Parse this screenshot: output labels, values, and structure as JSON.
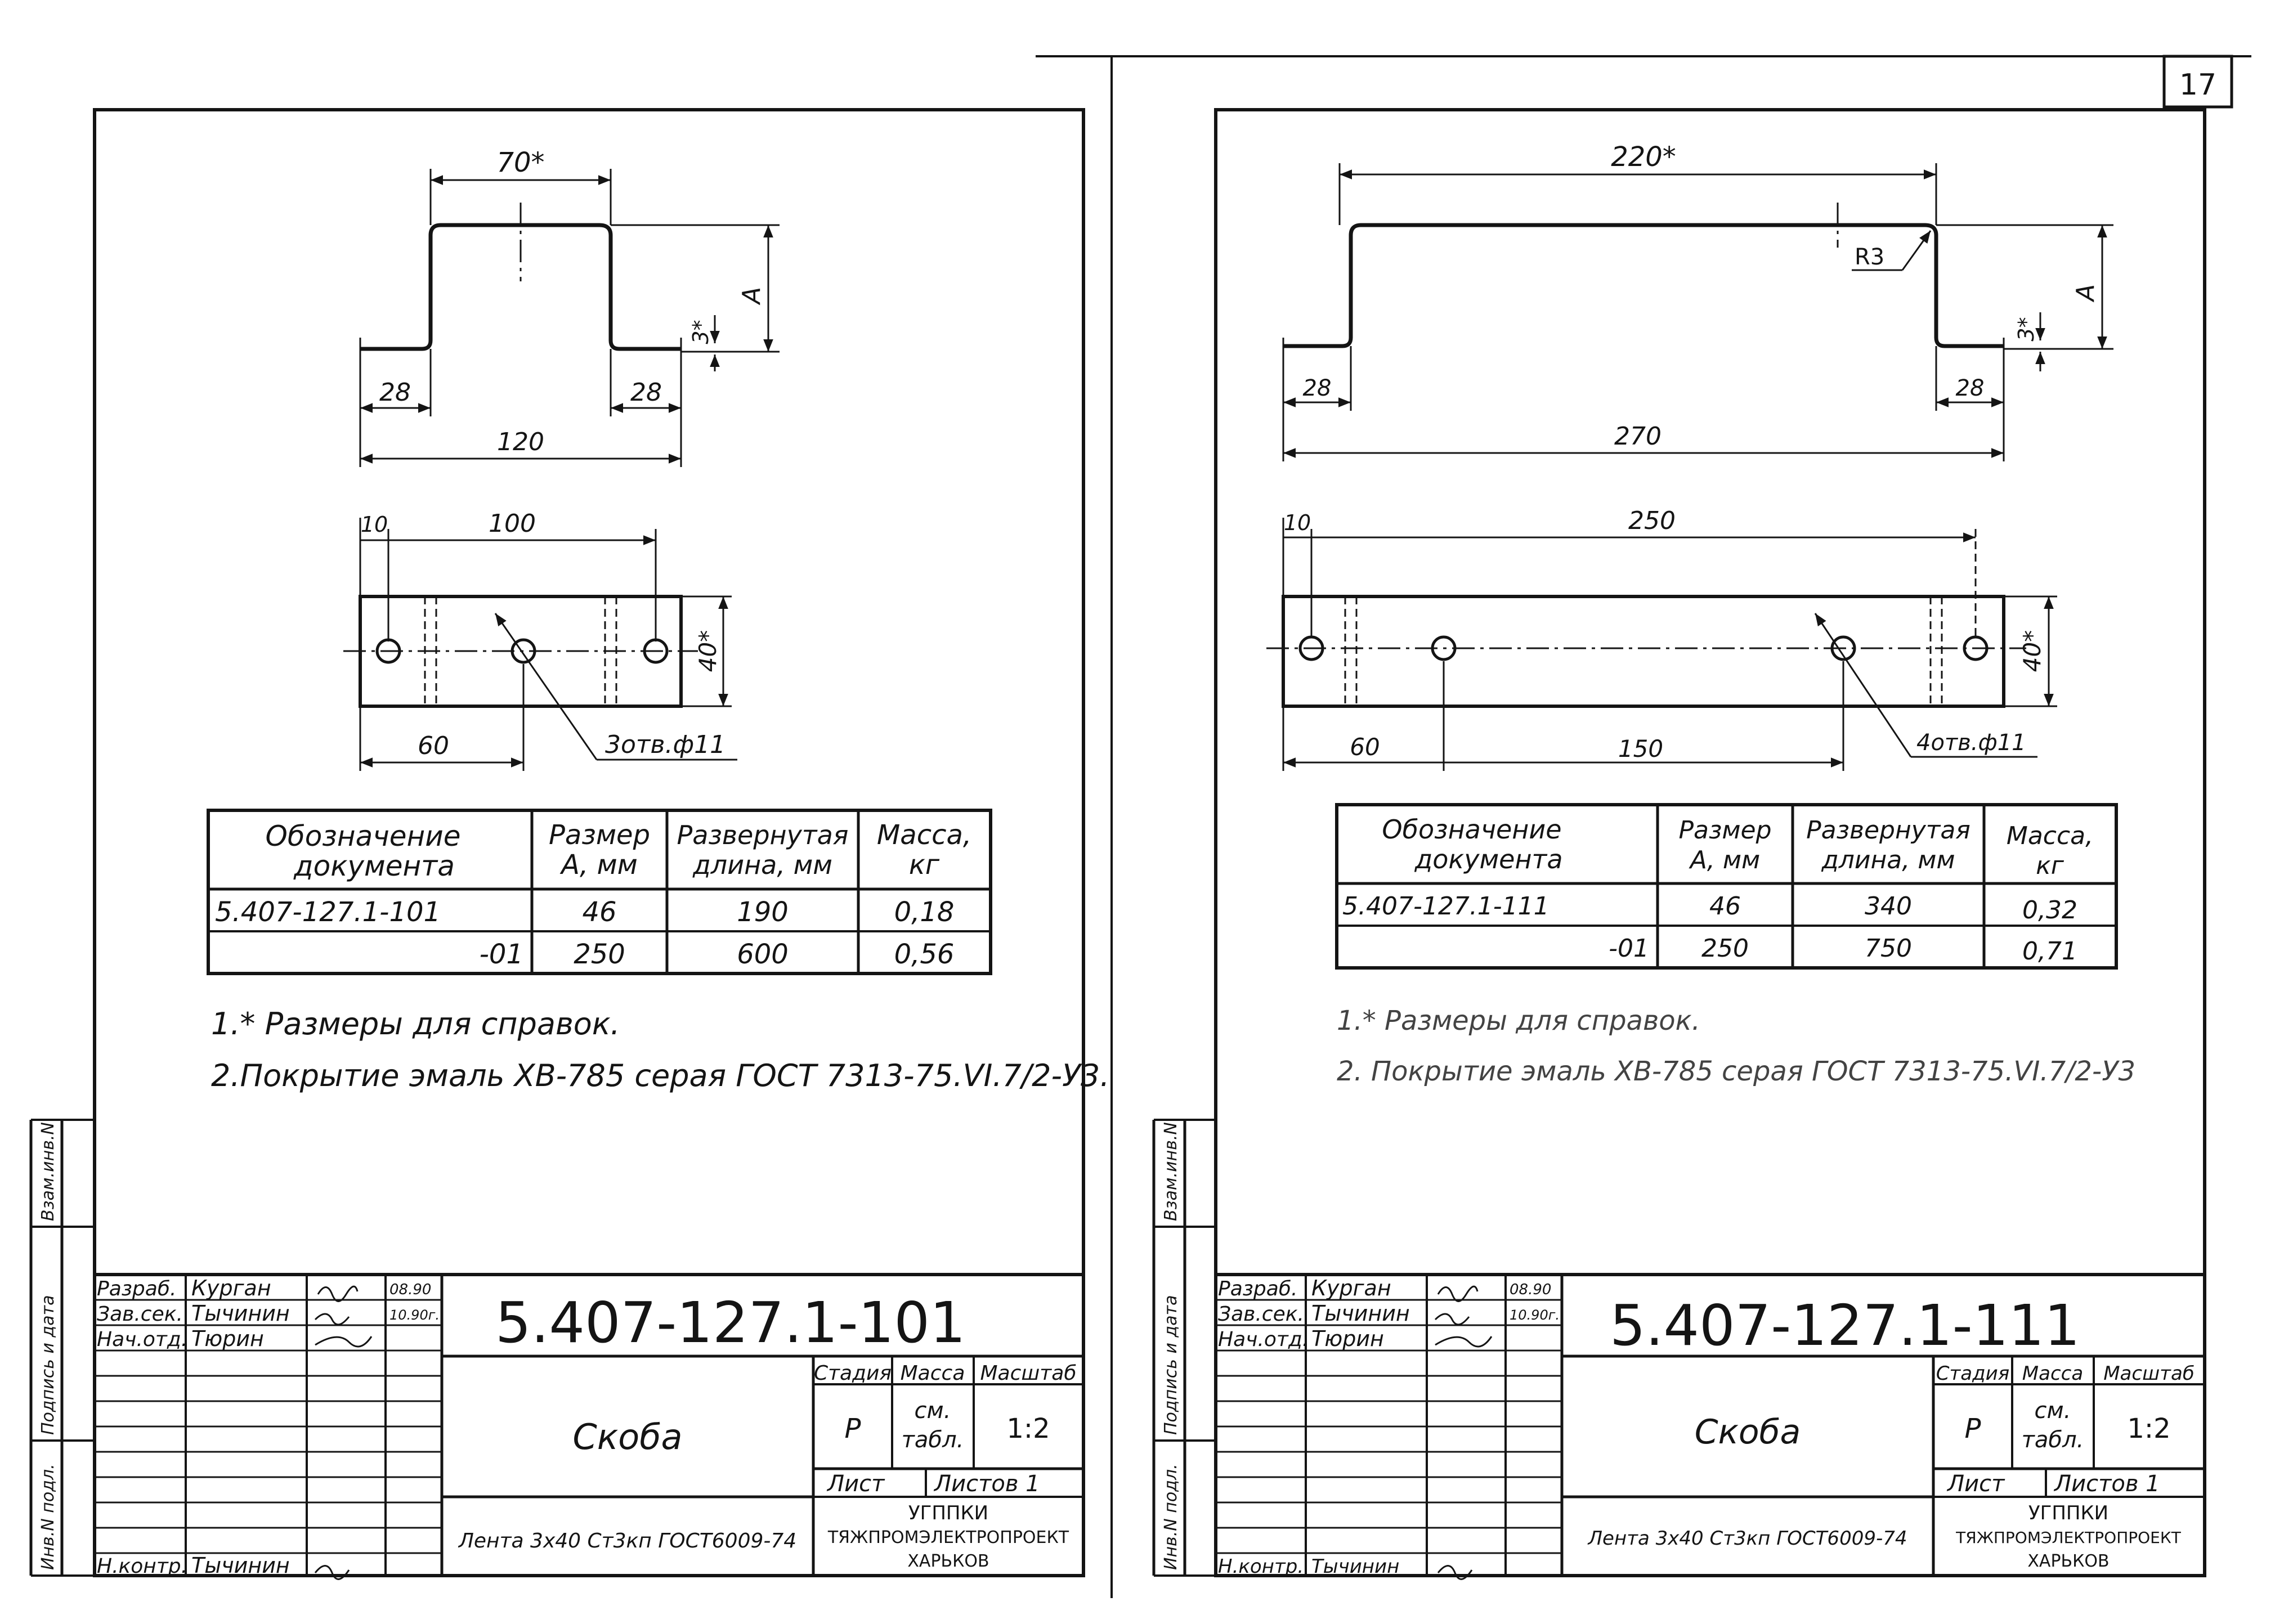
{
  "page_number": "17",
  "left": {
    "drawing": {
      "dim_top": "70*",
      "dim_A": "A",
      "dim_3": "3*",
      "dim_28_left": "28",
      "dim_28_right": "28",
      "dim_total": "120",
      "plan_dim_10": "10",
      "plan_dim_100": "100",
      "plan_dim_60": "60",
      "plan_dim_40": "40*",
      "holes_label": "3отв.ф11"
    },
    "table": {
      "headers": [
        "Обозначение документа",
        "Размер А, мм",
        "Развернутая длина, мм",
        "Масса, кг"
      ],
      "header_lines": [
        [
          "Обозначение",
          "документа"
        ],
        [
          "Размер",
          "А, мм"
        ],
        [
          "Развернутая",
          "длина, мм"
        ],
        [
          "Масса,",
          "кг"
        ]
      ],
      "rows": [
        [
          "5.407-127.1-101",
          "46",
          "190",
          "0,18"
        ],
        [
          "-01",
          "250",
          "600",
          "0,56"
        ]
      ]
    },
    "notes": [
      "1.* Размеры для справок.",
      "2.Покрытие эмаль ХВ-785 серая ГОСТ 7313-75.VI.7/2-У3."
    ],
    "title_block": {
      "code": "5.407-127.1-101",
      "name": "Скоба",
      "roles": [
        "Разраб.",
        "Зав.сек.",
        "Нач.отд.",
        "Н.контр."
      ],
      "people": [
        "Курган",
        "Тычинин",
        "Тюрин",
        "Тычинин"
      ],
      "dates": [
        "08.90",
        "10.90г."
      ],
      "stage_label": "Стадия",
      "mass_label": "Масса",
      "scale_label": "Масштаб",
      "stage": "Р",
      "mass_line1": "см.",
      "mass_line2": "табл.",
      "scale": "1:2",
      "sheet_label": "Лист",
      "sheets_label": "Листов 1",
      "material": "Лента 3x40 Ст3кп ГОСТ6009-74",
      "org_line1": "УГППКИ",
      "org_line2": "ТЯЖПРОМЭЛЕКТРОПРОЕКТ",
      "org_line3": "ХАРЬКОВ"
    },
    "side_labels": [
      "Инв.N подл.",
      "Подпись и дата",
      "Взам.инв.N"
    ]
  },
  "right": {
    "drawing": {
      "dim_top": "220*",
      "dim_R3": "R3",
      "dim_A": "A",
      "dim_3": "3*",
      "dim_28_left": "28",
      "dim_28_right": "28",
      "dim_total": "270",
      "plan_dim_10": "10",
      "plan_dim_250": "250",
      "plan_dim_60": "60",
      "plan_dim_150": "150",
      "plan_dim_40": "40*",
      "holes_label": "4отв.ф11"
    },
    "table": {
      "headers": [
        "Обозначение документа",
        "Размер А, мм",
        "Развернутая длина, мм",
        "Масса, кг"
      ],
      "header_lines": [
        [
          "Обозначение",
          "документа"
        ],
        [
          "Размер",
          "А, мм"
        ],
        [
          "Развернутая",
          "длина, мм"
        ],
        [
          "Масса,",
          "кг"
        ]
      ],
      "rows": [
        [
          "5.407-127.1-111",
          "46",
          "340",
          "0,32"
        ],
        [
          "-01",
          "250",
          "750",
          "0,71"
        ]
      ]
    },
    "notes": [
      "1.* Размеры для справок.",
      "2. Покрытие эмаль ХВ-785 серая ГОСТ 7313-75.VI.7/2-У3"
    ],
    "title_block": {
      "code": "5.407-127.1-111",
      "name": "Скоба",
      "roles": [
        "Разраб.",
        "Зав.сек.",
        "Нач.отд.",
        "Н.контр."
      ],
      "people": [
        "Курган",
        "Тычинин",
        "Тюрин",
        "Тычинин"
      ],
      "dates": [
        "08.90",
        "10.90г."
      ],
      "stage_label": "Стадия",
      "mass_label": "Масса",
      "scale_label": "Масштаб",
      "stage": "Р",
      "mass_line1": "см.",
      "mass_line2": "табл.",
      "scale": "1:2",
      "sheet_label": "Лист",
      "sheets_label": "Листов 1",
      "material": "Лента 3x40 Ст3кп ГОСТ6009-74",
      "org_line1": "УГППКИ",
      "org_line2": "ТЯЖПРОМЭЛЕКТРОПРОЕКТ",
      "org_line3": "ХАРЬКОВ"
    },
    "side_labels": [
      "Инв.N подл.",
      "Подпись и дата",
      "Взам.инв.N"
    ]
  }
}
